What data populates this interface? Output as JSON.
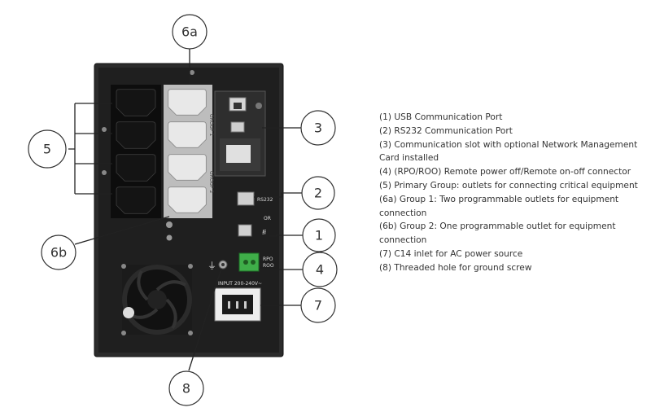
{
  "callouts": {
    "c1": "1",
    "c2": "2",
    "c3": "3",
    "c4": "4",
    "c5": "5",
    "c6a": "6a",
    "c6b": "6b",
    "c7": "7",
    "c8": "8"
  },
  "panel_labels": {
    "rs232": "RS232",
    "or": "OR",
    "rpo": "RPO",
    "roo": "ROO",
    "input": "INPUT 200-240V~",
    "group1": "GROUP 1",
    "group2": "GROUP 2"
  },
  "legend": [
    "(1) USB Communication Port",
    "(2) RS232 Communication Port",
    "(3) Communication slot with optional Network Management Card installed",
    "(4) (RPO/ROO) Remote power off/Remote on-off connector",
    "(5) Primary Group: outlets for connecting critical equipment",
    "(6a) Group 1: Two programmable outlets for equipment connection",
    "(6b) Group 2: One programmable outlet for equipment connection",
    "(7) C14 inlet for AC power source",
    "(8) Threaded hole for ground screw"
  ],
  "colors": {
    "chassis": "#2a2a2a",
    "panel": "#1a1a1a",
    "outlet_black": "#111111",
    "outlet_silver": "#e4e4e4",
    "terminal_green": "#3fae49"
  }
}
